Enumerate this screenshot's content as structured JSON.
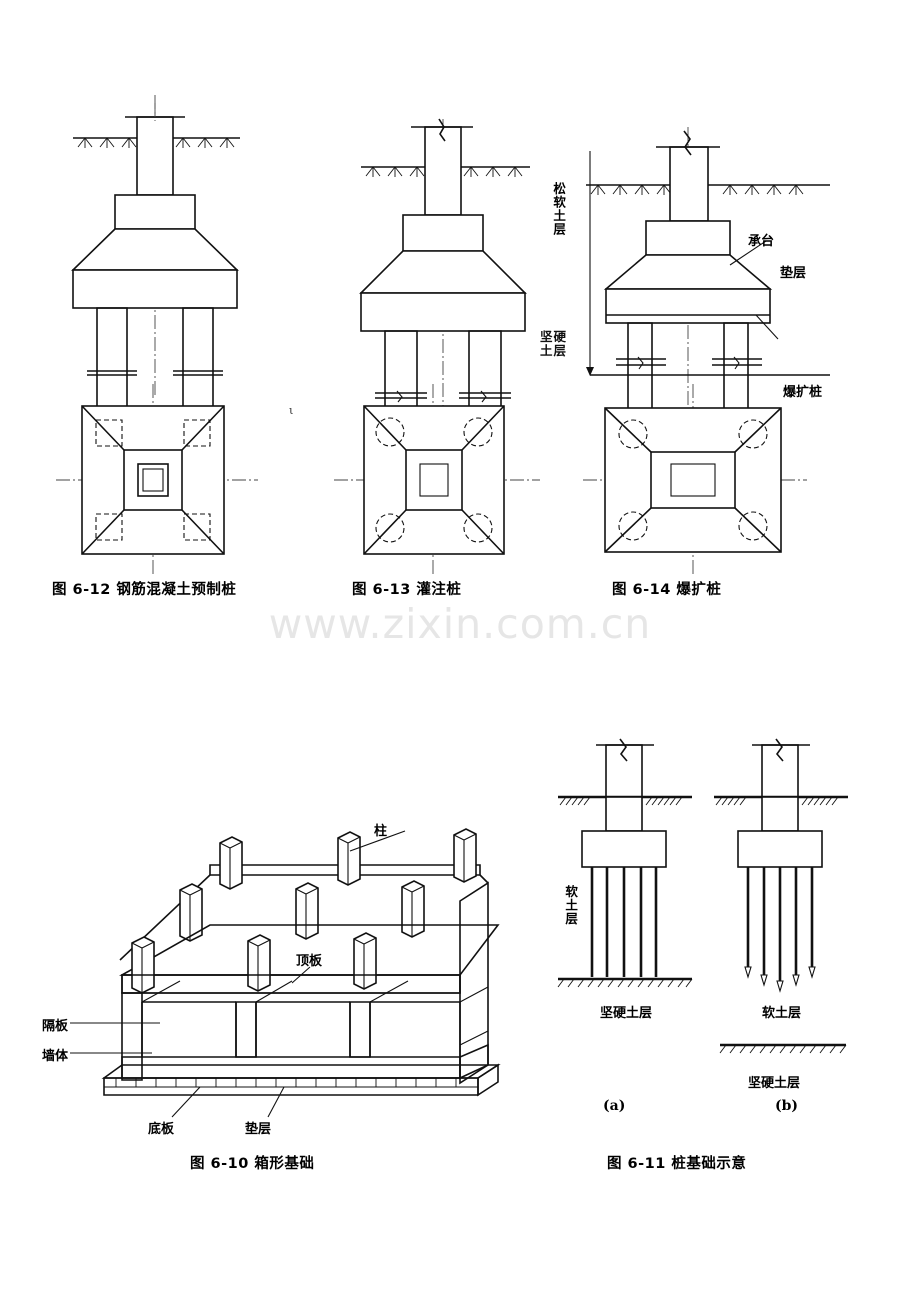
{
  "page": {
    "watermark": "www.zixin.com.cn",
    "background": "#ffffff",
    "ink": "#111111",
    "stray_mark": "ι"
  },
  "figures": [
    {
      "id": "fig-6-12",
      "caption_number": "图 6-12",
      "caption_title": "钢筋混凝土预制桩",
      "caption_full": "图 6-12  钢筋混凝土预制桩",
      "pile_type": "precast reinforced concrete pile",
      "hatch_style": "diagonal-hatch",
      "pile_tip": "pointed",
      "plan_pile_shape": "square-dashed",
      "views": [
        "elevation",
        "plan"
      ]
    },
    {
      "id": "fig-6-13",
      "caption_number": "图 6-13",
      "caption_title": "灌注桩",
      "caption_full": "图 6-13  灌注桩",
      "pile_type": "cast-in-place pile",
      "hatch_style": "speckle",
      "pile_tip": "rounded",
      "plan_pile_shape": "circle-dashed",
      "views": [
        "elevation",
        "plan"
      ]
    },
    {
      "id": "fig-6-14",
      "caption_number": "图 6-14",
      "caption_title": "爆扩桩",
      "caption_full": "图 6-14  爆扩桩",
      "pile_type": "explosion-expanded pile",
      "hatch_style": "speckle",
      "pile_tip": "bulb",
      "plan_pile_shape": "circle-dashed",
      "views": [
        "elevation",
        "plan"
      ],
      "annotations": [
        {
          "name": "pile-cap",
          "text": "承台"
        },
        {
          "name": "cushion-layer",
          "text": "垫层"
        },
        {
          "name": "expanded-pile",
          "text": "爆扩桩"
        }
      ],
      "strata": [
        {
          "name": "soft-soil-layer",
          "text": "松软土层"
        },
        {
          "name": "hard-soil-layer",
          "text": "坚硬土层"
        }
      ]
    },
    {
      "id": "fig-6-10",
      "caption_number": "图 6-10",
      "caption_title": "箱形基础",
      "caption_full": "图 6-10  箱形基础",
      "type": "box foundation isometric",
      "annotations": [
        {
          "name": "column",
          "text": "柱"
        },
        {
          "name": "top-slab",
          "text": "顶板"
        },
        {
          "name": "partition-plate",
          "text": "隔板"
        },
        {
          "name": "wall-body",
          "text": "墙体"
        },
        {
          "name": "bottom-slab",
          "text": "底板"
        },
        {
          "name": "cushion-layer",
          "text": "垫层"
        }
      ]
    },
    {
      "id": "fig-6-11",
      "caption_number": "图 6-11",
      "caption_title": "桩基础示意",
      "caption_full": "图 6-11  桩基础示意",
      "type": "pile foundation schematic",
      "sub_figures": [
        {
          "key": "(a)",
          "description": "end-bearing piles resting on hard soil layer",
          "labels": [
            {
              "name": "soft-soil-layer",
              "text": "软土层",
              "orientation": "vertical"
            },
            {
              "name": "hard-soil-layer",
              "text": "坚硬土层",
              "orientation": "horizontal"
            }
          ]
        },
        {
          "key": "(b)",
          "description": "friction piles floating in soft soil layer",
          "labels": [
            {
              "name": "soft-soil-layer",
              "text": "软土层",
              "orientation": "horizontal"
            },
            {
              "name": "hard-soil-layer",
              "text": "坚硬土层",
              "orientation": "horizontal"
            }
          ]
        }
      ]
    }
  ]
}
